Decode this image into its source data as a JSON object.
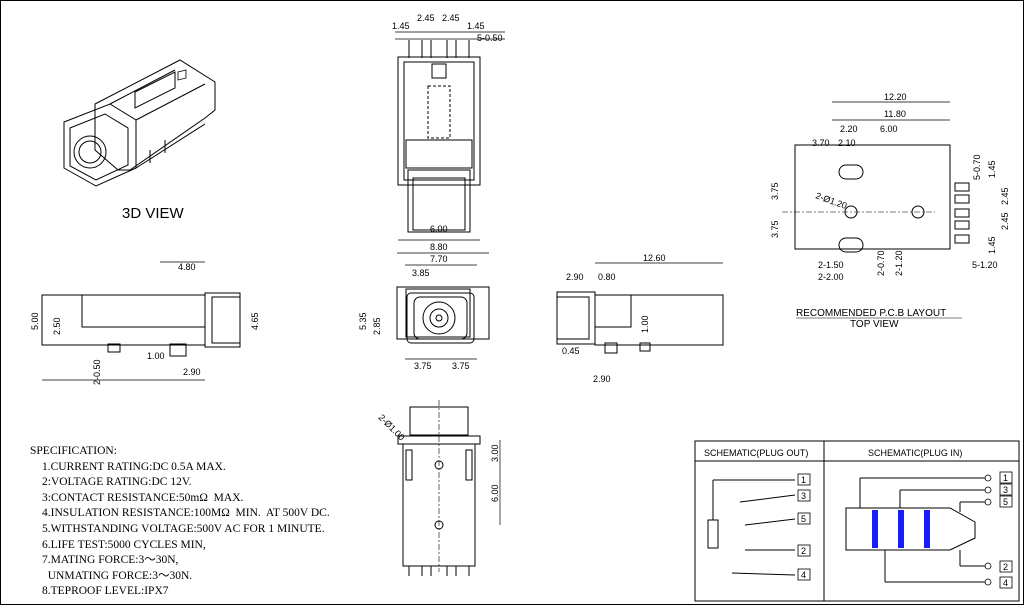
{
  "views": {
    "view3d_label": "3D VIEW",
    "pcb_label_1": "RECOMMENDED P.C.B LAYOUT",
    "pcb_label_2": "TOP VIEW"
  },
  "dims": {
    "top": [
      "1.45",
      "2.45",
      "2.45",
      "1.45",
      "5-0.50",
      "6.00"
    ],
    "side_left": [
      "4.80",
      "5.00",
      "2.50",
      "4.65",
      "1.00",
      "2-0.50",
      "2.90"
    ],
    "front": [
      "8.80",
      "7.70",
      "3.85",
      "5.35",
      "2.85",
      "3.75",
      "3.75"
    ],
    "side_right": [
      "12.60",
      "2.90",
      "0.80",
      "1.00",
      "0.45",
      "2.90"
    ],
    "pcb": [
      "12.20",
      "11.80",
      "2.20",
      "6.00",
      "3.70",
      "2.10",
      "5-0.70",
      "1.45",
      "2-Ø1.20",
      "2.45",
      "2.45",
      "1.45",
      "3.75",
      "3.75",
      "2-1.50",
      "2-2.00",
      "2-0.70",
      "2-1.20",
      "5-1.20"
    ],
    "bottom": [
      "2-Ø1.00",
      "3.00",
      "6.00"
    ]
  },
  "spec": {
    "title": "SPECIFICATION:",
    "items": [
      "1.CURRENT RATING:DC 0.5A MAX.",
      "2:VOLTAGE RATING:DC 12V.",
      "3:CONTACT RESISTANCE:50mΩ  MAX.",
      "4.INSULATION RESISTANCE:100MΩ  MIN.  AT 500V DC.",
      "5.WITHSTANDING VOLTAGE:500V AC FOR 1 MINUTE.",
      "6.LIFE TEST:5000 CYCLES MIN,",
      "7.MATING FORCE:3～30N,",
      "  UNMATING FORCE:3～30N.",
      "8.TEPROOF LEVEL:IPX7"
    ]
  },
  "schematic": {
    "plug_out_title": "SCHEMATIC(PLUG OUT)",
    "plug_in_title": "SCHEMATIC(PLUG IN)",
    "pins_out": [
      "1",
      "3",
      "5",
      "2",
      "4"
    ],
    "pins_in": [
      "1",
      "3",
      "5",
      "2",
      "4"
    ],
    "accent": "#1a1aff"
  }
}
